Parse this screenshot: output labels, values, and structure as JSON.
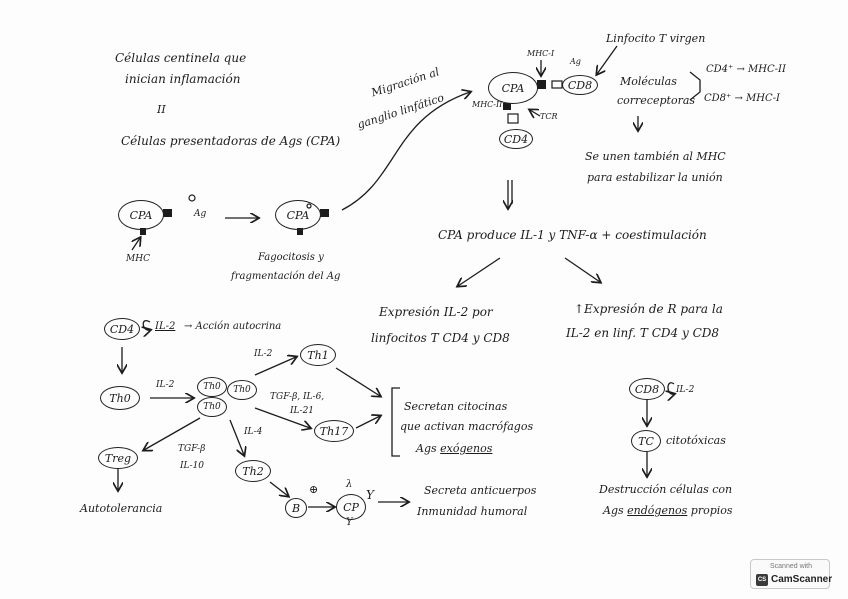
{
  "labels": {
    "sentinel_l1": "Células centinela que",
    "sentinel_l2": "inician inflamación",
    "equals": "II",
    "cpa_title": "Células presentadoras de Ags (CPA)",
    "ag_small": "Ag",
    "mhc": "MHC",
    "fago_l1": "Fagocitosis y",
    "fago_l2": "fragmentación del Ag",
    "migr_l1": "Migración al",
    "migr_l2": "ganglio linfático",
    "mhc1": "MHC-I",
    "mhc2": "MHC-II",
    "ag_top": "Ag",
    "tcr": "TCR",
    "linf_virgen": "Linfocito T virgen",
    "molec_l1": "Moléculas",
    "molec_l2": "correceptoras",
    "cd4_mhc2": "CD4⁺ → MHC-II",
    "cd8_mhc1": "CD8⁺ → MHC-I",
    "se_unen_l1": "Se unen también al MHC",
    "se_unen_l2": "para estabilizar la unión",
    "cpa_produce": "CPA produce IL-1 y TNF-α + coestimulación",
    "expr_l1": "Expresión IL-2 por",
    "expr_l2": "linfocitos T CD4 y CD8",
    "upexpr_l1": "↑Expresión de R para la",
    "upexpr_l2": "IL-2 en linf. T CD4 y CD8",
    "il2_1": "IL-2",
    "accion": "→ Acción autocrina",
    "il2_2": "IL-2",
    "il2_3": "IL-2",
    "tgf_il6_l1": "TGF-β, IL-6,",
    "tgf_il6_l2": "IL-21",
    "il4": "IL-4",
    "tgfb": "TGF-β",
    "il10": "IL-10",
    "secretan_l1": "Secretan citocinas",
    "secretan_l2": "que activan macrófagos",
    "secretan_l3_pre": "Ags ",
    "secretan_l3_ul": "exógenos",
    "autotol": "Autotolerancia",
    "plus": "⊕",
    "lambda": "λ",
    "y_top": "Y",
    "y_bot": "Y",
    "secreta_l1": "Secreta anticuerpos",
    "secreta_l2": "Inmunidad humoral",
    "il2_4": "IL-2",
    "citotox": "citotóxicas",
    "destr_l1": "Destrucción células con",
    "destr_l2_pre": "Ags ",
    "destr_l2_ul": "endógenos",
    "destr_l2_post": " propios",
    "scan_top": "Scanned with",
    "scan_name": "CamScanner",
    "scan_logo": "CS"
  },
  "nodes": {
    "cpa_left": "CPA",
    "cpa_mid": "CPA",
    "cpa_top": "CPA",
    "cd8_top": "CD8",
    "cd4_top": "CD4",
    "cd4_bottom": "CD4",
    "th0_left": "Th0",
    "th0_a": "Th0",
    "th0_b": "Th0",
    "th0_c": "Th0",
    "th1": "Th1",
    "th17": "Th17",
    "treg": "Treg",
    "th2": "Th2",
    "b": "B",
    "cp": "CP",
    "cd8_right": "CD8",
    "tc": "TC"
  },
  "colors": {
    "ink": "#1c1c1c",
    "paper": "#fdfdfd"
  }
}
